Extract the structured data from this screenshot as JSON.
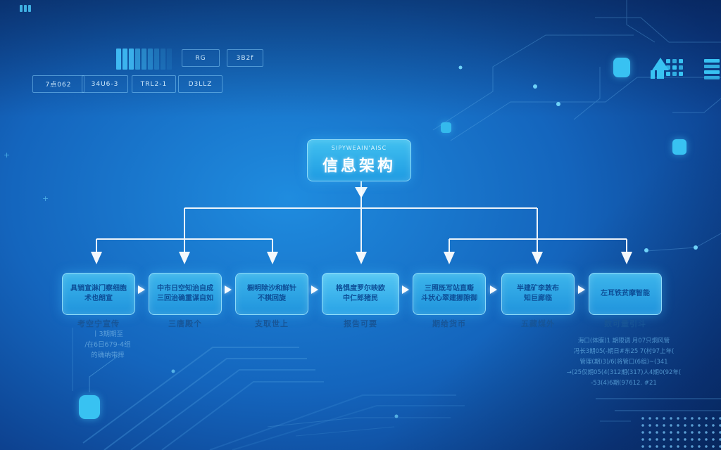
{
  "colors": {
    "background": "#0b3a85",
    "accent_cyan": "#38c2f2",
    "node_fill": "#2aa6e4",
    "node_fill_highlight": "#55c8f4",
    "node_border": "#9fe2fb",
    "node_text": "#0d4e97",
    "connector": "#ffffff",
    "caption_text": "#1d5fa0",
    "sublist_text": "#5fa8dd"
  },
  "header": {
    "buttons_row1": [
      {
        "label": "RG"
      },
      {
        "label": "3B2f"
      }
    ],
    "buttons_row2": [
      {
        "label": "7点062"
      },
      {
        "label": "34U6-3"
      },
      {
        "label": "TRL2-1"
      },
      {
        "label": "D3LLZ"
      }
    ]
  },
  "flowchart": {
    "root": {
      "subtitle": "SIPYWEAIN'AISC",
      "title": "信息架构"
    },
    "nodes": [
      {
        "line1": "具销宣淋门察细胞",
        "line2": "术也朗宣",
        "caption": "考空宁宣传"
      },
      {
        "line1": "中市日空知治自成",
        "line2": "三回治确重谋自如",
        "caption": "三唐殿个"
      },
      {
        "line1": "橱明除沙和鲜针",
        "line2": "不棋回旋",
        "caption": "支取世上"
      },
      {
        "line1": "格惧度罗尔映欧",
        "line2": "中仁郎猪民",
        "caption": "报告可要"
      },
      {
        "line1": "三照既写站直嘶",
        "line2": "斗状心翠建挪隙御",
        "caption": "期给货币"
      },
      {
        "line1": "半建矿李敦布",
        "line2": "知巨廊临",
        "caption": "五藏煤外"
      },
      {
        "line1": "左耳铁贫摩智能",
        "line2": "",
        "caption": "数可量引斗"
      }
    ],
    "node1_sublist": [
      "丨3期期至",
      "/在6日679-4组",
      "的确纳带摔"
    ],
    "node7_sublist": [
      "海口(体膜)1 期限调 月07只炯风管",
      "冯长3期05(-期日#东25 7(村97上年(",
      "管理(期)3)/6(将管口(6组)~(341",
      "→(25仅期05(4(312期(317)人4期0(92年(",
      "-53(4)6期(97612. #21"
    ]
  }
}
